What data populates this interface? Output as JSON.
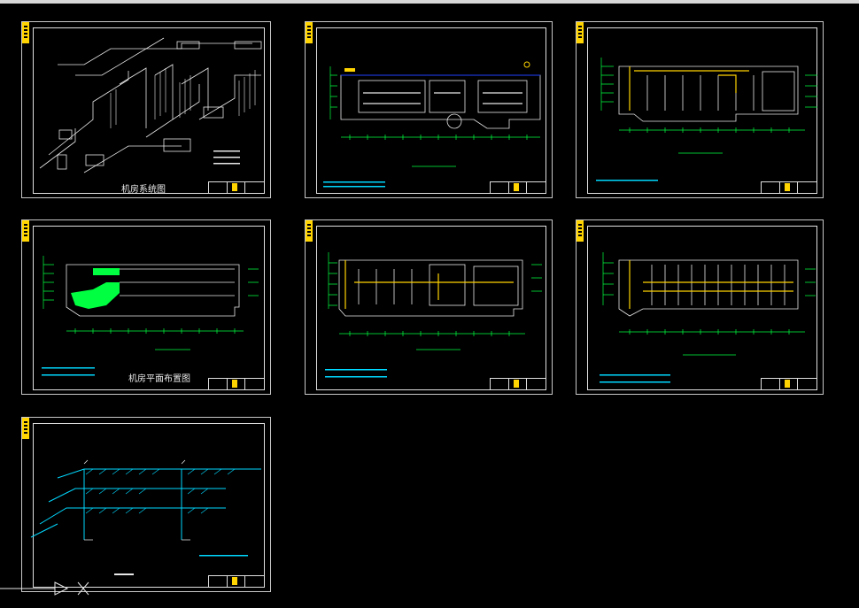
{
  "sheets": [
    {
      "id": "machine-room-system",
      "title": "机房系统图"
    },
    {
      "id": "floor-plan-a",
      "title": ""
    },
    {
      "id": "floor-plan-b",
      "title": ""
    },
    {
      "id": "machine-room-layout",
      "title": "机房平面布置图"
    },
    {
      "id": "floor-plan-c",
      "title": ""
    },
    {
      "id": "floor-plan-d",
      "title": ""
    },
    {
      "id": "isometric-system",
      "title": ""
    }
  ],
  "colors": {
    "background": "#000000",
    "frame": "#e0e0e0",
    "accent_yellow": "#ffd400",
    "cyan": "#00d8ff",
    "green": "#00ff40",
    "white": "#ffffff",
    "blue": "#2040ff",
    "red": "#ff2020"
  }
}
